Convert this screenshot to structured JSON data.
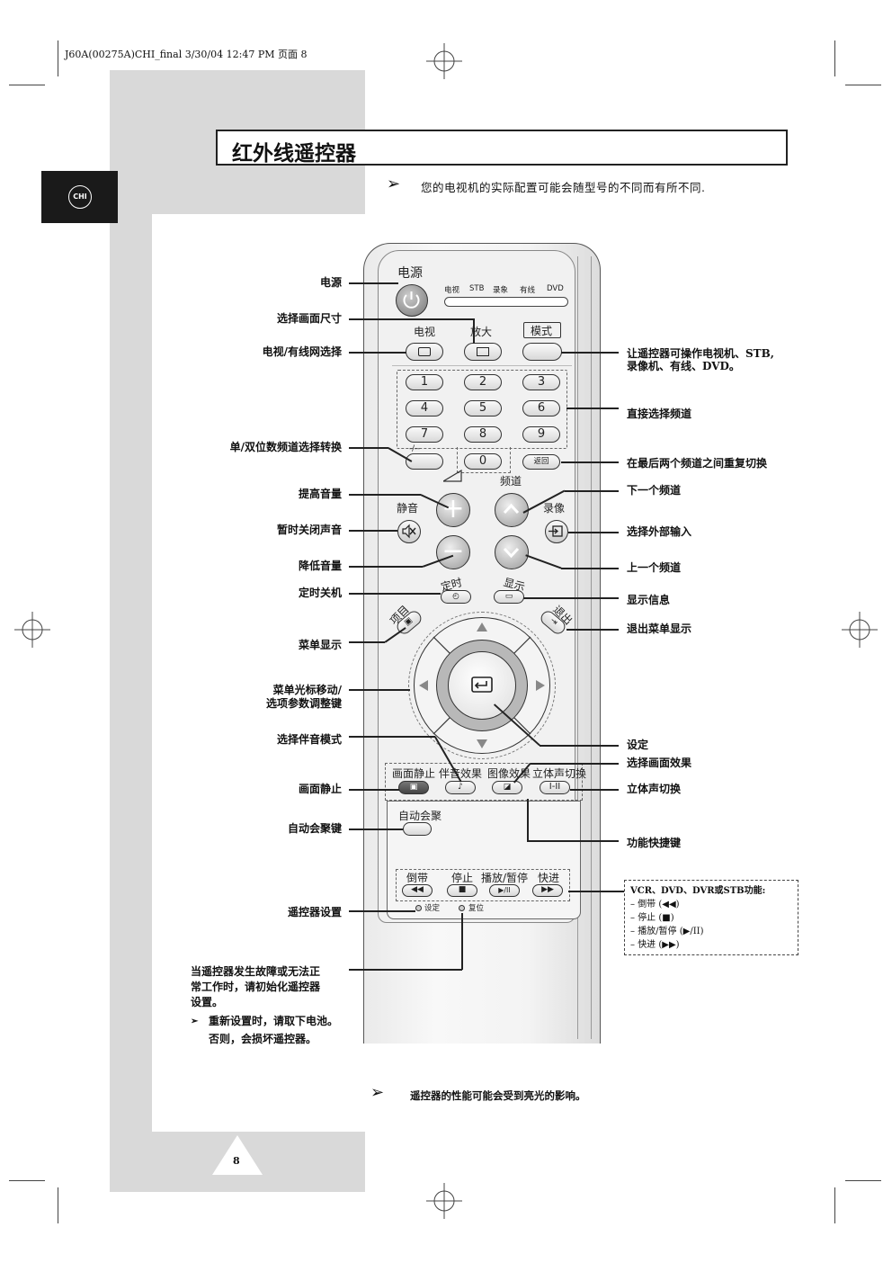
{
  "header": {
    "print_info": "J60A(00275A)CHI_final 3/30/04 12:47 PM 页面 8"
  },
  "badge": {
    "lang": "CHI"
  },
  "title": "红外线遥控器",
  "intro_note": "您的电视机的实际配置可能会随型号的不同而有所不同.",
  "footer_note": "遥控器的性能可能会受到亮光的影响。",
  "page_number": "8",
  "left_labels": {
    "power": "电源",
    "picture_size": "选择画面尺寸",
    "tv_cable": "电视/有线网选择",
    "digit_toggle": "单/双位数频道选择转换",
    "vol_up": "提高音量",
    "mute": "暂时关闭声音",
    "vol_down": "降低音量",
    "sleep": "定时关机",
    "menu": "菜单显示",
    "cursor_1": "菜单光标移动/",
    "cursor_2": "选项参数调整键",
    "sound_mode": "选择伴音模式",
    "still": "画面静止",
    "auto_program": "自动会聚键",
    "remote_setup": "遥控器设置",
    "reset_1": "当遥控器发生故障或无法正",
    "reset_2": "常工作时，请初始化遥控器",
    "reset_3": "设置。",
    "reset_note_1": "重新设置时，请取下电池。",
    "reset_note_2": "否则，会损坏遥控器。"
  },
  "right_labels": {
    "mode_1": "让遥控器可操作电视机、STB,",
    "mode_2": "录像机、有线、DVD。",
    "direct_channel": "直接选择频道",
    "prev_channel": "在最后两个频道之间重复切换",
    "ch_up": "下一个频道",
    "source": "选择外部输入",
    "ch_down": "上一个频道",
    "display": "显示信息",
    "exit": "退出菜单显示",
    "enter": "设定",
    "picture_effect": "选择画面效果",
    "stereo": "立体声切换",
    "function_keys": "功能快捷键"
  },
  "vcr_box": {
    "title": "VCR、DVD、DVR或STB功能:",
    "items": [
      "倒带 (◀◀)",
      "停止 (■)",
      "播放/暂停 (▶/II)",
      "快进 (▶▶)"
    ]
  },
  "remote": {
    "power_label": "电源",
    "modes": [
      "电视",
      "STB",
      "录象",
      "有线",
      "DVD"
    ],
    "tv_label": "电视",
    "zoom_label": "放大",
    "mode_label": "模式",
    "digits": [
      "1",
      "2",
      "3",
      "4",
      "5",
      "6",
      "7",
      "8",
      "9",
      "0"
    ],
    "digit_toggle_label": "-/--",
    "return_label": "返回",
    "channel_label": "频道",
    "mute_label": "静音",
    "record_label": "录像",
    "timer_label": "定时",
    "display_label": "显示",
    "item_label": "项目",
    "exit_label": "退出",
    "still_label": "画面静止",
    "sound_effect_label": "伴音效果",
    "picture_effect_label": "图像效果",
    "stereo_label": "立体声切换",
    "stereo_btn": "I-II",
    "auto_label": "自动会聚",
    "rew_label": "倒带",
    "stop_label": "停止",
    "play_label": "播放/暂停",
    "ff_label": "快进",
    "setup_label": "设定",
    "reset_label": "复位"
  }
}
